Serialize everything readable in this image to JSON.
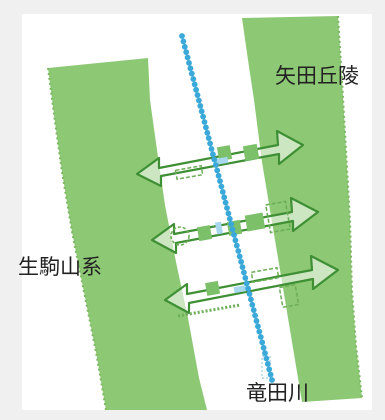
{
  "labels": {
    "hills": "矢田丘陵",
    "mountains": "生駒山系",
    "river": "竜田川"
  },
  "colors": {
    "background": "#ffffff",
    "frame": "#f0f0f0",
    "green_belt": "#8dc875",
    "river_dots": "#3aa8d8",
    "corridor_arrow": "#3f8f35",
    "building_fill": "#7cc06a",
    "building_outline": "#6cae55",
    "water_detail": "#a8d8ee"
  },
  "icons": {
    "corridor_arrow": "double-headed-arrow"
  }
}
